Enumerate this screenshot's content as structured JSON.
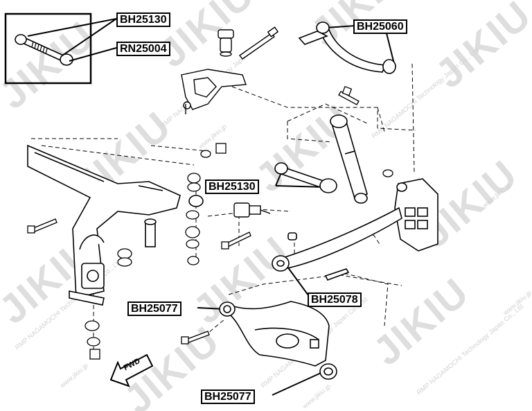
{
  "labels": {
    "bh25130_top": "BH25130",
    "rn25004": "RN25004",
    "bh25060": "BH25060",
    "bh25130_mid": "BH25130",
    "bh25078": "BH25078",
    "bh25077_left": "BH25077",
    "bh25077_bottom": "BH25077"
  },
  "direction_mark": "FWD",
  "watermark": {
    "logo": "JIKIU",
    "company": "RMP NAGAMOCHI Technology Japan Co., Ltd",
    "url": "www.jikiu.jp"
  },
  "colors": {
    "line": "#000000",
    "watermark": "#dedede",
    "label_bg": "#ffffff"
  }
}
